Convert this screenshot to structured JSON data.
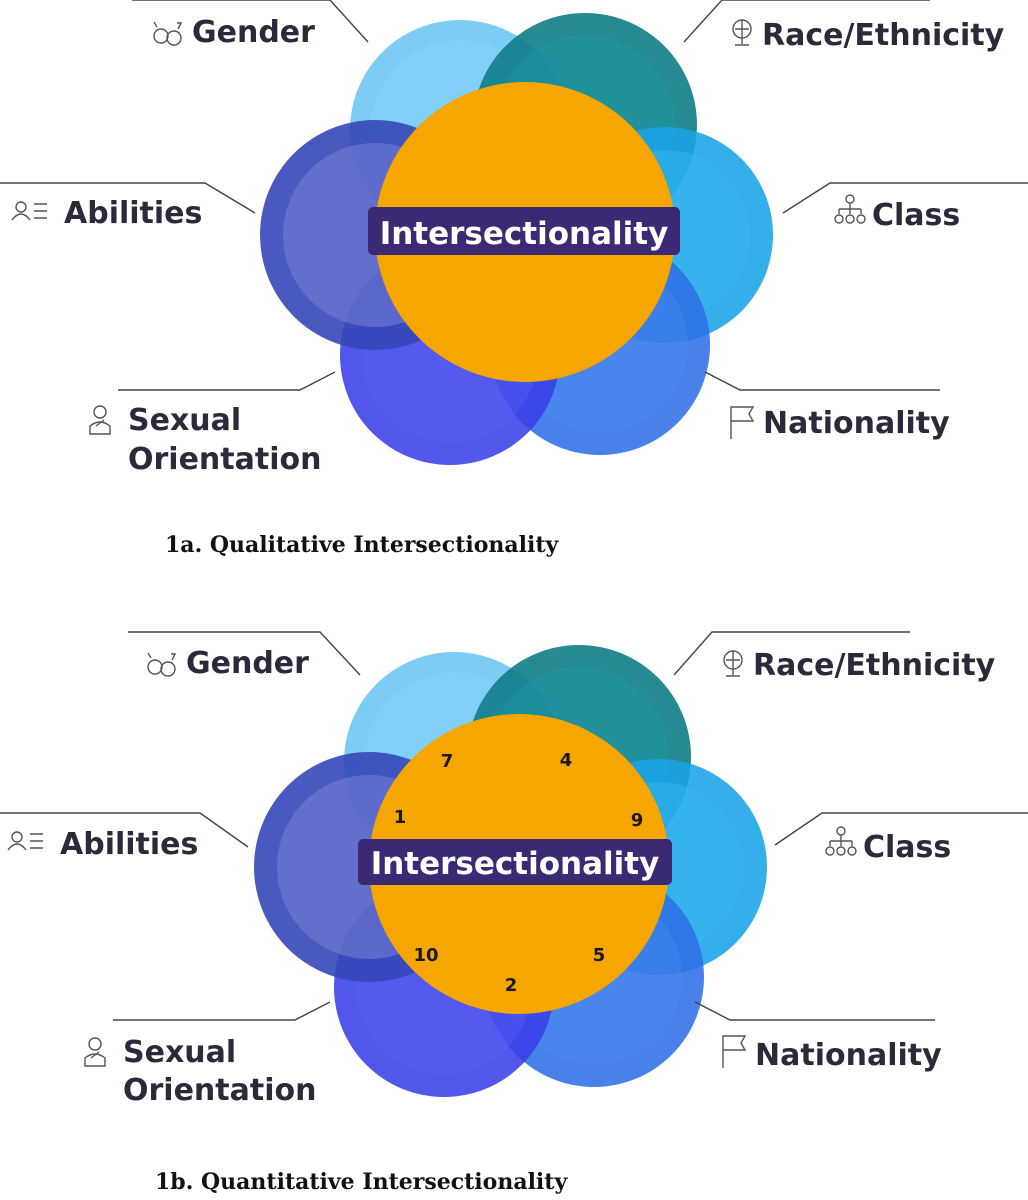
{
  "diagrams": [
    {
      "center_label": "Intersectionality",
      "caption": "1a. Qualitative Intersectionality",
      "labels": {
        "gender": "Gender",
        "race": "Race/Ethnicity",
        "abilities": "Abilities",
        "class": "Class",
        "sexual_line1": "Sexual",
        "sexual_line2": "Orientation",
        "nationality": "Nationality"
      },
      "numbers": []
    },
    {
      "center_label": "Intersectionality",
      "caption": "1b. Quantitative Intersectionality",
      "labels": {
        "gender": "Gender",
        "race": "Race/Ethnicity",
        "abilities": "Abilities",
        "class": "Class",
        "sexual_line1": "Sexual",
        "sexual_line2": "Orientation",
        "nationality": "Nationality"
      },
      "numbers": [
        "7",
        "4",
        "1",
        "9",
        "10",
        "2",
        "5"
      ]
    }
  ],
  "icons": [
    "gender-icon",
    "globe-icon",
    "abilities-icon",
    "class-hierarchy-icon",
    "sexual-orientation-icon",
    "flag-icon"
  ],
  "colors": {
    "center": "#F7A600",
    "label_bg": "#3B2A73",
    "gender": "#6EC6F5",
    "race": "#0F7C88",
    "class": "#1AA3E6",
    "nationality": "#2E6FE6",
    "sexual": "#3A3FE8",
    "abilities": "#3547B8"
  }
}
